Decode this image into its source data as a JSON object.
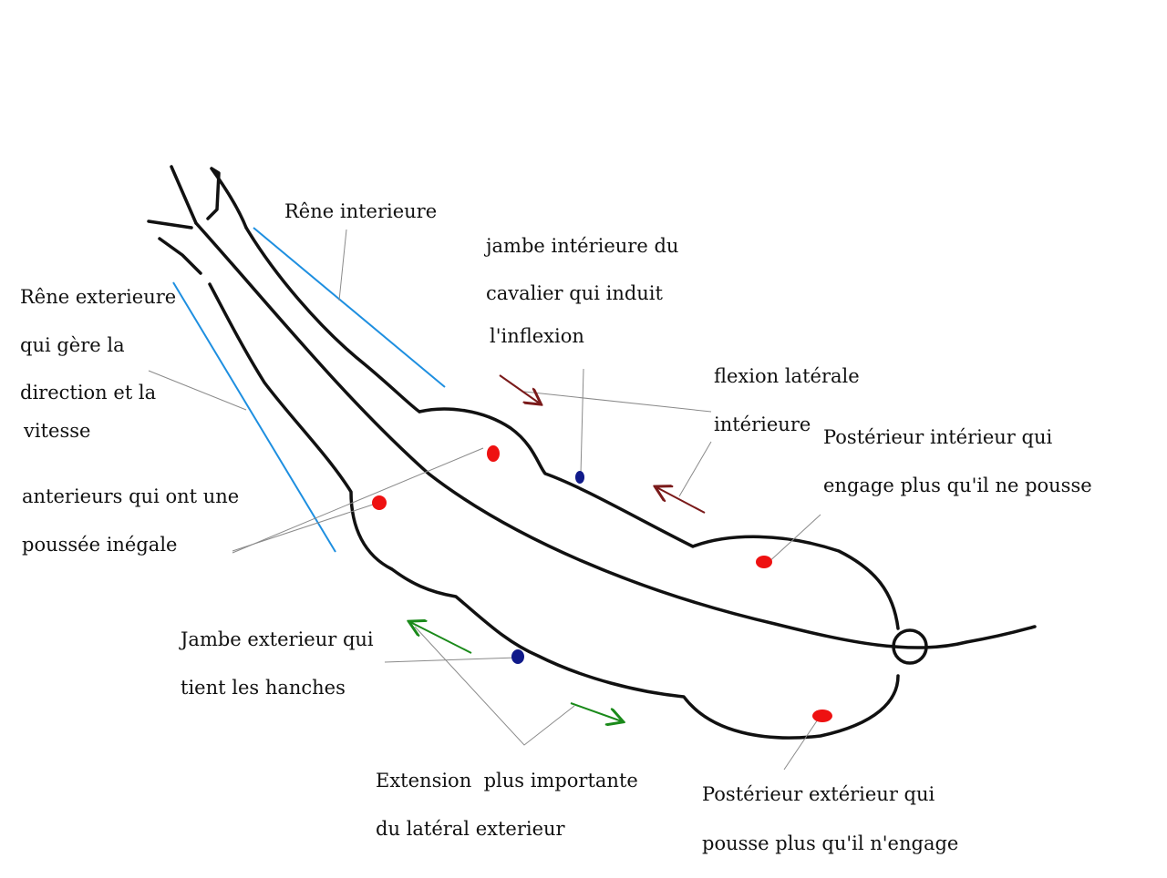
{
  "colors": {
    "outline": "#111111",
    "rein": "#1e8fe0",
    "leader": "#8a8a8a",
    "arrow_red": "#7a1a1a",
    "arrow_green": "#1a8a1a",
    "dot_red": "#ee1111",
    "dot_blue": "#101a8a"
  },
  "labels": {
    "rene_interieure": "Rêne interieure",
    "jambe_interieure": [
      "jambe intérieure du",
      "cavalier qui induit",
      "l'inflexion"
    ],
    "rene_exterieure": [
      "Rêne exterieure",
      "qui gère la",
      "direction et la",
      "vitesse"
    ],
    "flexion_laterale": [
      "flexion latérale",
      "intérieure"
    ],
    "posterieur_interieur": [
      "Postérieur intérieur qui",
      "engage plus qu'il ne pousse"
    ],
    "anterieurs": [
      "anterieurs qui ont une",
      "poussée inégale"
    ],
    "jambe_exterieure": [
      "Jambe exterieur qui",
      "tient les hanches"
    ],
    "extension": [
      "Extension  plus importante",
      "du latéral exterieur"
    ],
    "posterieur_exterieur": [
      "Postérieur extérieur qui",
      "pousse plus qu'il n'engage"
    ]
  }
}
